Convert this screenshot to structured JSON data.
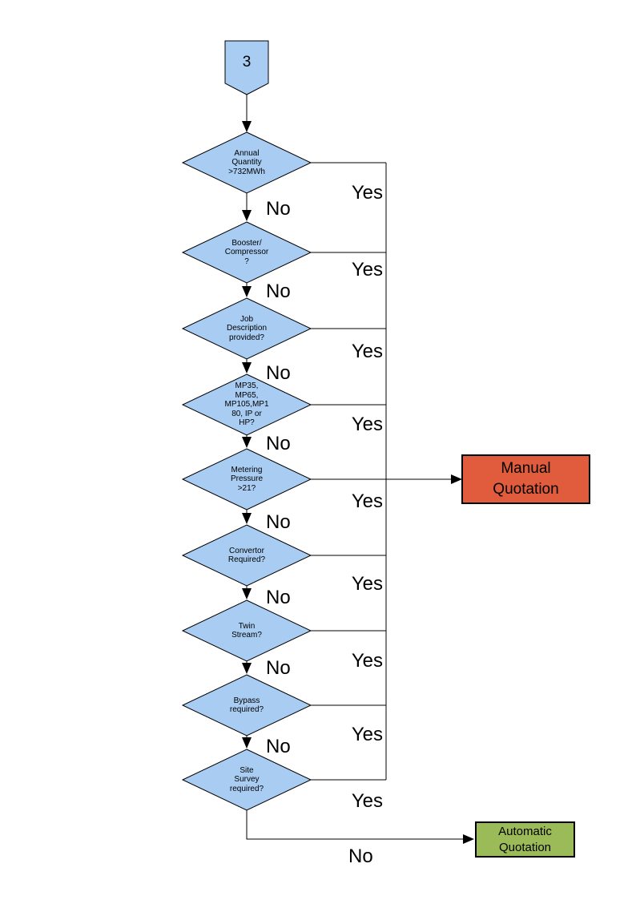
{
  "colors": {
    "shape_fill_blue": "#A8CCF2",
    "manual_fill": "#E05C3C",
    "automatic_fill": "#9BBB59",
    "outline": "#000000"
  },
  "connector": {
    "label": "3"
  },
  "decisions": [
    {
      "id": "annual-quantity",
      "label": "Annual\nQuantity\n>732MWh"
    },
    {
      "id": "booster-compressor",
      "label": "Booster/\nCompressor\n?"
    },
    {
      "id": "job-description",
      "label": "Job\nDescription\nprovided?"
    },
    {
      "id": "meter-models",
      "label": "MP35,\nMP65,\nMP105,MP1\n80, IP or\nHP?"
    },
    {
      "id": "metering-pressure",
      "label": "Metering\nPressure\n>21?"
    },
    {
      "id": "convertor",
      "label": "Convertor\nRequired?"
    },
    {
      "id": "twin-stream",
      "label": "Twin\nStream?"
    },
    {
      "id": "bypass",
      "label": "Bypass\nrequired?"
    },
    {
      "id": "site-survey",
      "label": "Site\nSurvey\nrequired?"
    }
  ],
  "branch_labels": {
    "yes": "Yes",
    "no": "No"
  },
  "outcomes": {
    "manual": {
      "label": "Manual\nQuotation"
    },
    "automatic": {
      "label": "Automatic\nQuotation"
    }
  }
}
